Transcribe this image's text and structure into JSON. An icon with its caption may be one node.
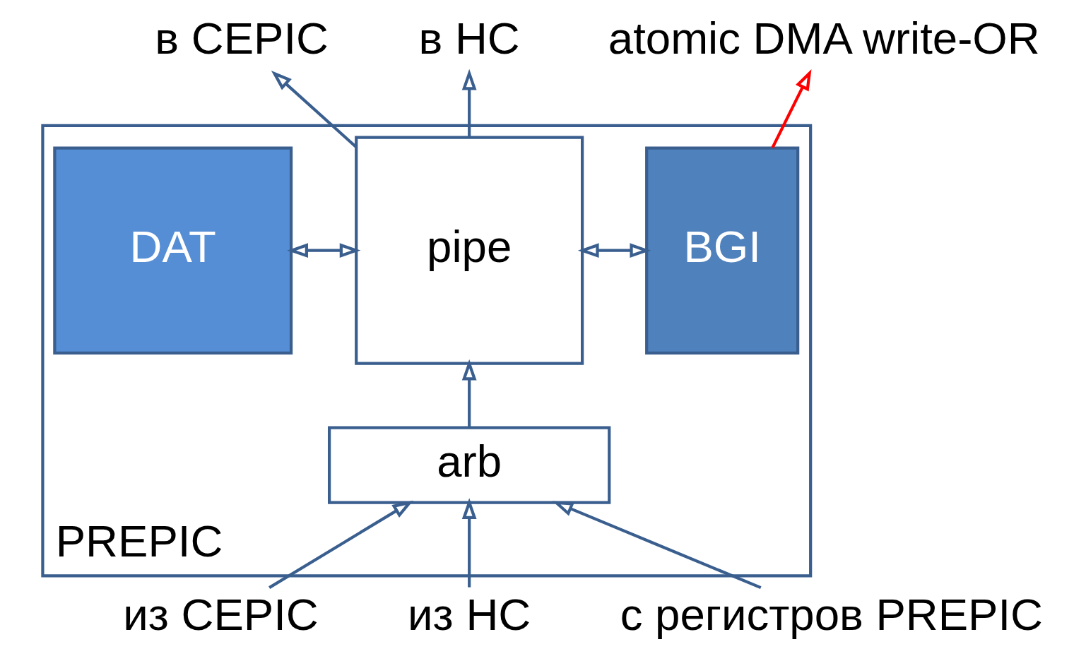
{
  "diagram": {
    "nodes": [
      {
        "text": [
          "PREPIC"
        ]
      },
      {
        "text": [
          "DAT"
        ],
        "in": 0
      },
      {
        "text": [
          "pipe"
        ],
        "in": 0
      },
      {
        "text": [
          "BGI"
        ],
        "in": 0
      },
      {
        "text": [
          "arb"
        ],
        "in": 0
      },
      {
        "text": [
          "в CEPIC"
        ]
      },
      {
        "text": [
          "в НС"
        ]
      },
      {
        "text": [
          "из CEPIC"
        ]
      },
      {
        "text": [
          "из НС"
        ]
      },
      {
        "text": [
          "с регистров PREPIC"
        ]
      },
      {
        "text": [
          "atomic DMA write-OR"
        ]
      }
    ],
    "edges": [
      {
        "from": 1,
        "to": 2,
        "arrow": "both"
      },
      {
        "from": 2,
        "to": 3,
        "arrow": "both"
      },
      {
        "from": 2,
        "to": 5,
        "arrow": "to"
      },
      {
        "from": 2,
        "to": 6,
        "arrow": "to"
      },
      {
        "from": 4,
        "to": 2,
        "arrow": "to"
      },
      {
        "from": 7,
        "to": 4,
        "arrow": "to"
      },
      {
        "from": 8,
        "to": 4,
        "arrow": "to"
      },
      {
        "from": 9,
        "to": 4,
        "arrow": "to"
      },
      {
        "from": 3,
        "to": 10,
        "arrow": "to",
        "color": "#ff0000"
      }
    ]
  }
}
